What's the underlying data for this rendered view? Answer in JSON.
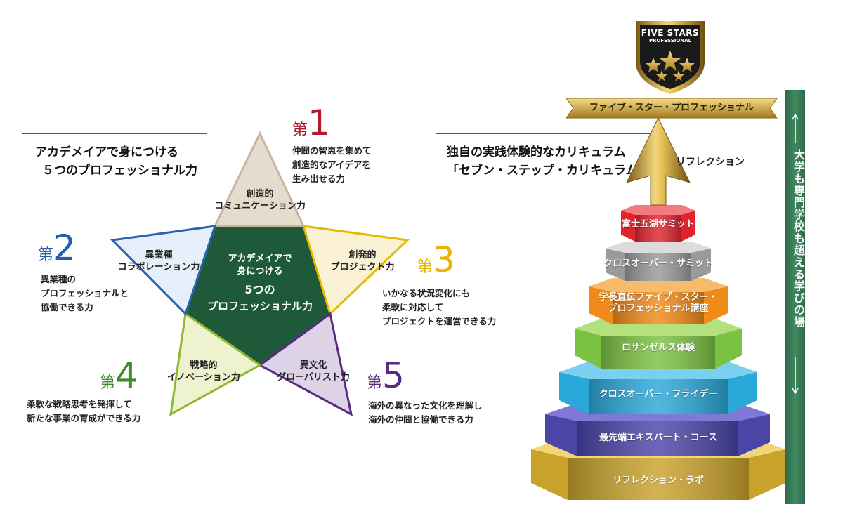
{
  "left": {
    "title_line1": "アカデメイアで身につける",
    "title_line2": "５つのプロフェッショナル力",
    "center_line1": "アカデメイアで",
    "center_line2": "身につける",
    "center_line3": "5つの",
    "center_line4": "プロフェッショナル力",
    "points": [
      {
        "dai": "第",
        "num": "1",
        "label1": "創造的",
        "label2": "コミュニケーション力",
        "desc1": "仲間の智恵を集めて",
        "desc2": "創造的なアイデアを",
        "desc3": "生み出せる力",
        "color": "#b5182b"
      },
      {
        "dai": "第",
        "num": "2",
        "label1": "異業種",
        "label2": "コラボレーション力",
        "desc1": "異業種の",
        "desc2": "プロフェッショナルと",
        "desc3": "協働できる力",
        "color": "#1f5fae"
      },
      {
        "dai": "第",
        "num": "3",
        "label1": "創発的",
        "label2": "プロジェクト力",
        "desc1": "いかなる状況変化にも",
        "desc2": "柔軟に対応して",
        "desc3": "プロジェクトを運営できる力",
        "color": "#e8b400"
      },
      {
        "dai": "第",
        "num": "4",
        "label1": "戦略的",
        "label2": "イノベーション力",
        "desc1": "柔軟な戦略思考を発揮して",
        "desc2": "新たな事業の育成ができる力",
        "color": "#3c8a2e"
      },
      {
        "dai": "第",
        "num": "5",
        "label1": "異文化",
        "label2": "グローバリスト力",
        "desc1": "海外の異なった文化を理解し",
        "desc2": "海外の仲間と協働できる力",
        "color": "#5a2a82"
      }
    ]
  },
  "right": {
    "title_line1": "独自の実践体験的なカリキュラム",
    "title_line2": "「セブン・ステップ・カリキュラム」",
    "badge_line1": "FIVE STARS",
    "badge_line2": "PROFESSIONAL",
    "banner": "ファイブ・スター・プロフェッショナル",
    "arrow_label": "リフレクション",
    "side_text": "大学も専門学校も超える学びの場",
    "tiers": [
      {
        "label1": "富士五湖サミット",
        "label2": "",
        "color": "#e0242e"
      },
      {
        "label1": "クロスオーバー・サミット",
        "label2": "",
        "color": "#9a9a9a"
      },
      {
        "label1": "学長直伝ファイブ・スター・",
        "label2": "プロフェッショナル講座",
        "color": "#f08a18"
      },
      {
        "label1": "ロサンゼルス体験",
        "label2": "",
        "color": "#7cc242"
      },
      {
        "label1": "クロスオーバー・フライデー",
        "label2": "",
        "color": "#2aa8d8"
      },
      {
        "label1": "最先端エキスパート・コース",
        "label2": "",
        "color": "#4b45a8"
      },
      {
        "label1": "リフレクション・ラボ",
        "label2": "",
        "color": "#c9a22c"
      }
    ]
  }
}
